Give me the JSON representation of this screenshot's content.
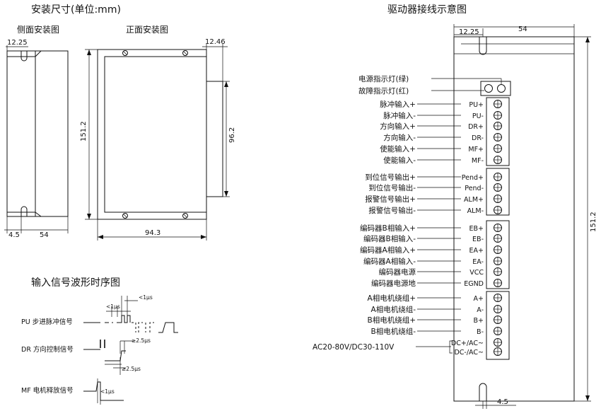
{
  "titles": {
    "dimensions": "安装尺寸(单位:mm)",
    "side_view": "侧面安装图",
    "front_view": "正面安装图",
    "waveform": "输入信号波形时序图",
    "wiring": "驱动器接线示意图"
  },
  "dims": {
    "side_top": "12.25",
    "side_bottom_a": "4.5",
    "side_bottom_b": "54",
    "front_top": "12.46",
    "front_height": "151.2",
    "front_width": "94.3",
    "front_inner": "96.2",
    "wiring_top_a": "12.25",
    "wiring_top_b": "54",
    "wiring_height": "151.2",
    "wiring_bottom": "4.5"
  },
  "leds": {
    "power": "电源指示灯(绿)",
    "fault": "故障指示灯(红)"
  },
  "terminals": [
    {
      "desc": "脉冲输入+",
      "pin": "PU+"
    },
    {
      "desc": "脉冲输入-",
      "pin": "PU-"
    },
    {
      "desc": "方向输入+",
      "pin": "DR+"
    },
    {
      "desc": "方向输入-",
      "pin": "DR-"
    },
    {
      "desc": "使能输入+",
      "pin": "MF+"
    },
    {
      "desc": "使能输入-",
      "pin": "MF-"
    },
    {
      "desc": "到位信号输出+",
      "pin": "Pend+"
    },
    {
      "desc": "到位信号输出-",
      "pin": "Pend-"
    },
    {
      "desc": "报警信号输出+",
      "pin": "ALM+"
    },
    {
      "desc": "报警信号输出-",
      "pin": "ALM-"
    },
    {
      "desc": "编码器B相输入+",
      "pin": "EB+"
    },
    {
      "desc": "编码器B相输入-",
      "pin": "EB-"
    },
    {
      "desc": "编码器A相输入+",
      "pin": "EA+"
    },
    {
      "desc": "编码器A相输入-",
      "pin": "EA-"
    },
    {
      "desc": "编码器电源",
      "pin": "VCC"
    },
    {
      "desc": "编码器电源地",
      "pin": "EGND"
    },
    {
      "desc": "A相电机绕组+",
      "pin": "A+"
    },
    {
      "desc": "A相电机绕组-",
      "pin": "A-"
    },
    {
      "desc": "B相电机绕组+",
      "pin": "B+"
    },
    {
      "desc": "B相电机绕组-",
      "pin": "B-"
    },
    {
      "desc": "",
      "pin": "DC+/AC~"
    },
    {
      "desc": "",
      "pin": "DC-/AC~"
    }
  ],
  "power_label": "AC20-80V/DC30-110V",
  "waveform": {
    "pu_label": "PU 步进脉冲信号",
    "dr_label": "DR 方向控制信号",
    "mf_label": "MF 电机释放信号",
    "t_pu_a": "<1μs",
    "t_pu_b": "<1μs",
    "t_dr_a": "≥2.5μs",
    "t_dr_b": "≥2.5μs",
    "t_mf": "<1μs"
  }
}
